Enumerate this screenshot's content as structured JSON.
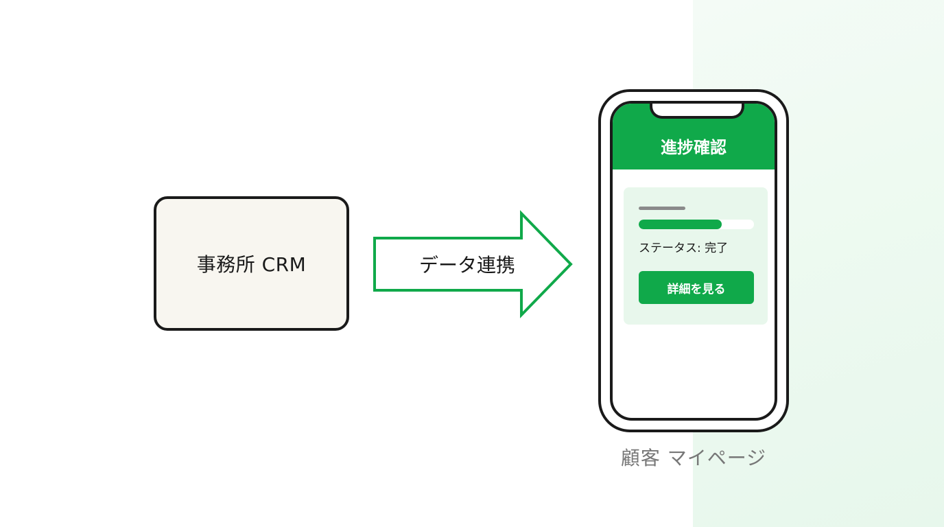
{
  "crm": {
    "label": "事務所 CRM"
  },
  "arrow": {
    "label": "データ連携"
  },
  "phone": {
    "title": "進捗確認",
    "progress": 0.72,
    "status": "ステータス: 完了",
    "button_label": "詳細を見る",
    "caption": "顧客 マイページ"
  },
  "colors": {
    "accent": "#10a94a",
    "outline": "#1a1a1a",
    "card_background": "#e8f7ec",
    "crm_background": "#f8f6f0",
    "caption": "#777777"
  }
}
